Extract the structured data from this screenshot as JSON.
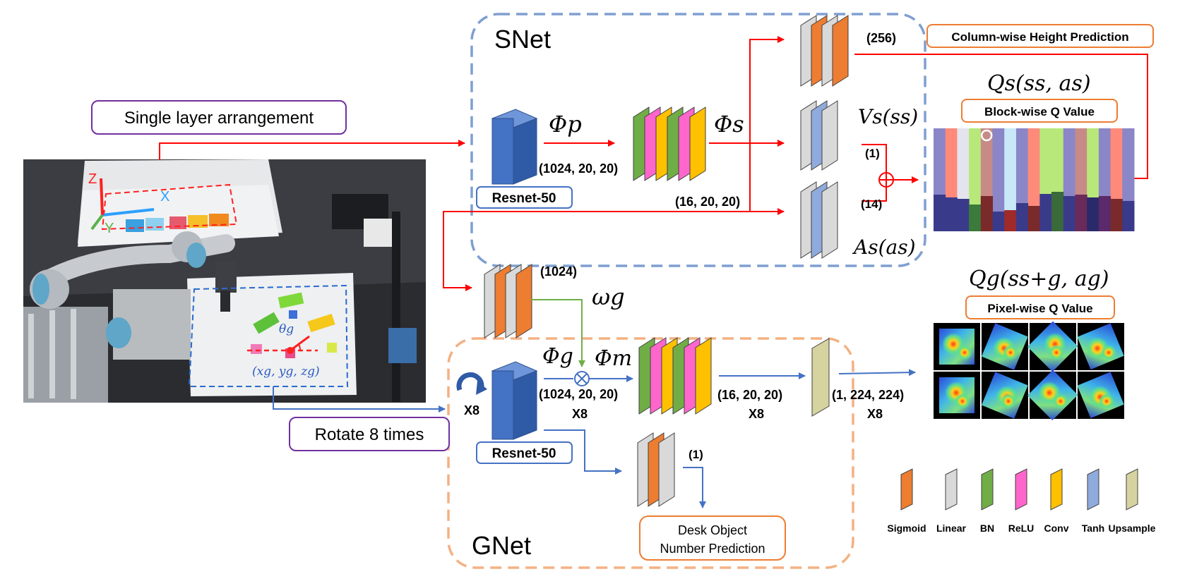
{
  "snet": {
    "title": "SNet"
  },
  "gnet": {
    "title": "GNet"
  },
  "labels": {
    "single_layer": "Single layer arrangement",
    "rotate": "Rotate 8 times",
    "column_height": "Column-wise Height Prediction",
    "block_q": "Block-wise Q Value",
    "pixel_q": "Pixel-wise Q Value",
    "desk_line1": "Desk Object",
    "desk_line2": "Number Prediction",
    "resnet": "Resnet-50"
  },
  "math": {
    "phi_p": "Φp",
    "phi_s": "Φs",
    "phi_g": "Φg",
    "phi_m": "Φm",
    "omega_g": "ωg",
    "vs": "Vs(ss)",
    "as": "As(as)",
    "qs": "Qs(ss, as)",
    "qg": "Qg(ss+g, ag)",
    "theta": "θg",
    "xyz": "(xg, yg, zg)"
  },
  "dims": {
    "snet_resnet_out": "(1024, 20, 20)",
    "snet_feat_out": "(16, 20, 20)",
    "height_out": "(256)",
    "v_out": "(1)",
    "a_out": "(14)",
    "omega_out": "(1024)",
    "gnet_resnet_out": "(1024, 20, 20)",
    "gnet_feat_out": "(16, 20, 20)",
    "upsample_out": "(1, 224, 224)",
    "desk_out": "(1)",
    "x8": "X8"
  },
  "axes": {
    "x": "X",
    "y": "Y",
    "z": "Z"
  },
  "legend": [
    {
      "name": "Sigmoid",
      "color": "#ED7D31"
    },
    {
      "name": "Linear",
      "color": "#D9D9D9"
    },
    {
      "name": "BN",
      "color": "#70AD47"
    },
    {
      "name": "ReLU",
      "color": "#FF66CC"
    },
    {
      "name": "Conv",
      "color": "#FFC000"
    },
    {
      "name": "Tanh",
      "color": "#8FAADC"
    },
    {
      "name": "Upsample",
      "color": "#D6D3A0"
    }
  ],
  "colors": {
    "snet_border": "#7F9FD0",
    "gnet_border": "#F4B183",
    "red_arrow": "#FF0000",
    "blue_arrow": "#4472C4",
    "green_arrow": "#70AD47",
    "resnet_blue": "#4472C4",
    "label_purple": "#7030A0",
    "label_orange": "#ED7D31"
  }
}
